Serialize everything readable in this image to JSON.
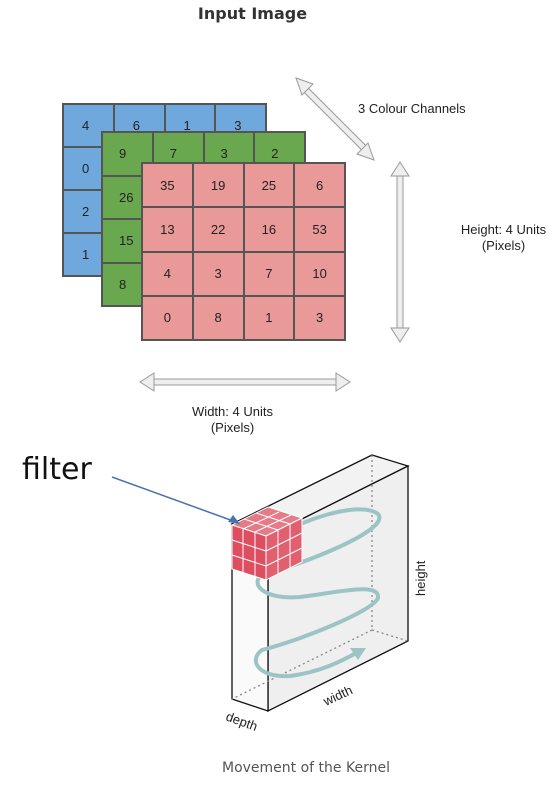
{
  "title": "Input Image",
  "annotations": {
    "channels": "3 Colour Channels",
    "height_line1": "Height: 4 Units",
    "height_line2": "(Pixels)",
    "width_line1": "Width: 4 Units",
    "width_line2": "(Pixels)"
  },
  "channels": {
    "blue": [
      [
        "4",
        "6",
        "1",
        "3"
      ],
      [
        "0",
        "",
        "",
        ""
      ],
      [
        "2",
        "",
        "",
        ""
      ],
      [
        "1",
        "",
        "",
        ""
      ]
    ],
    "green": [
      [
        "9",
        "7",
        "3",
        "2"
      ],
      [
        "26",
        "",
        "",
        ""
      ],
      [
        "15",
        "",
        "",
        ""
      ],
      [
        "8",
        "",
        "",
        ""
      ]
    ],
    "red": [
      [
        "35",
        "19",
        "25",
        "6"
      ],
      [
        "13",
        "22",
        "16",
        "53"
      ],
      [
        "4",
        "3",
        "7",
        "10"
      ],
      [
        "0",
        "8",
        "1",
        "3"
      ]
    ]
  },
  "colors": {
    "blue": "#6fa8dc",
    "green": "#6aa84f",
    "red": "#ea9999",
    "filter": "#e05a6a",
    "path": "#9cc4c4"
  },
  "kernel": {
    "filter_label": "filter",
    "height_label": "height",
    "width_label": "width",
    "depth_label": "depth",
    "caption": "Movement of the Kernel"
  }
}
